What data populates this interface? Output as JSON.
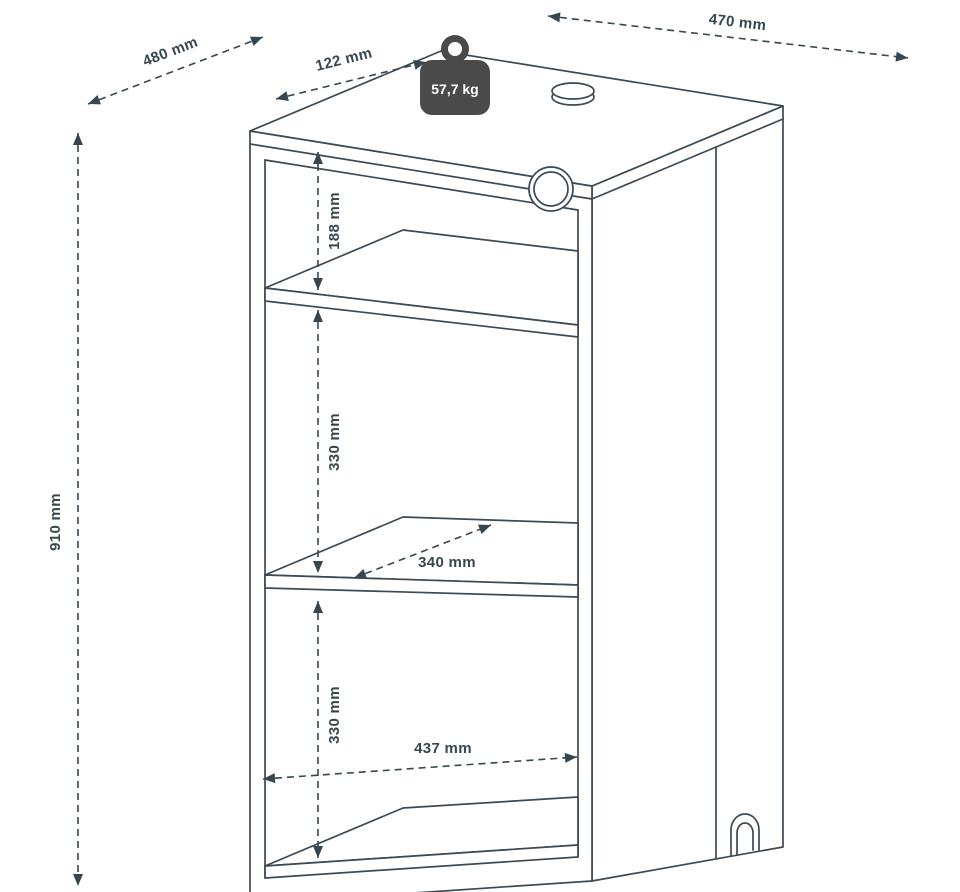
{
  "page": {
    "background": "#ffffff",
    "description": "Technical dimension drawing of a three-compartment open shelf cabinet with maximum load weight"
  },
  "diagram": {
    "weight": {
      "label": "57,7 kg"
    },
    "dimensions": {
      "depth_total": "480 mm",
      "top_back_offset": "122 mm",
      "width_total": "470 mm",
      "height_total": "910 mm",
      "compartment_top": "188 mm",
      "compartment_middle": "330 mm",
      "shelf_depth": "340 mm",
      "compartment_bottom": "330 mm",
      "inner_width": "437 mm"
    },
    "colors": {
      "outline": "#3b4a54",
      "dimension": "#37474f",
      "weight_badge": "#4a4a4a",
      "background": "#ffffff"
    }
  }
}
